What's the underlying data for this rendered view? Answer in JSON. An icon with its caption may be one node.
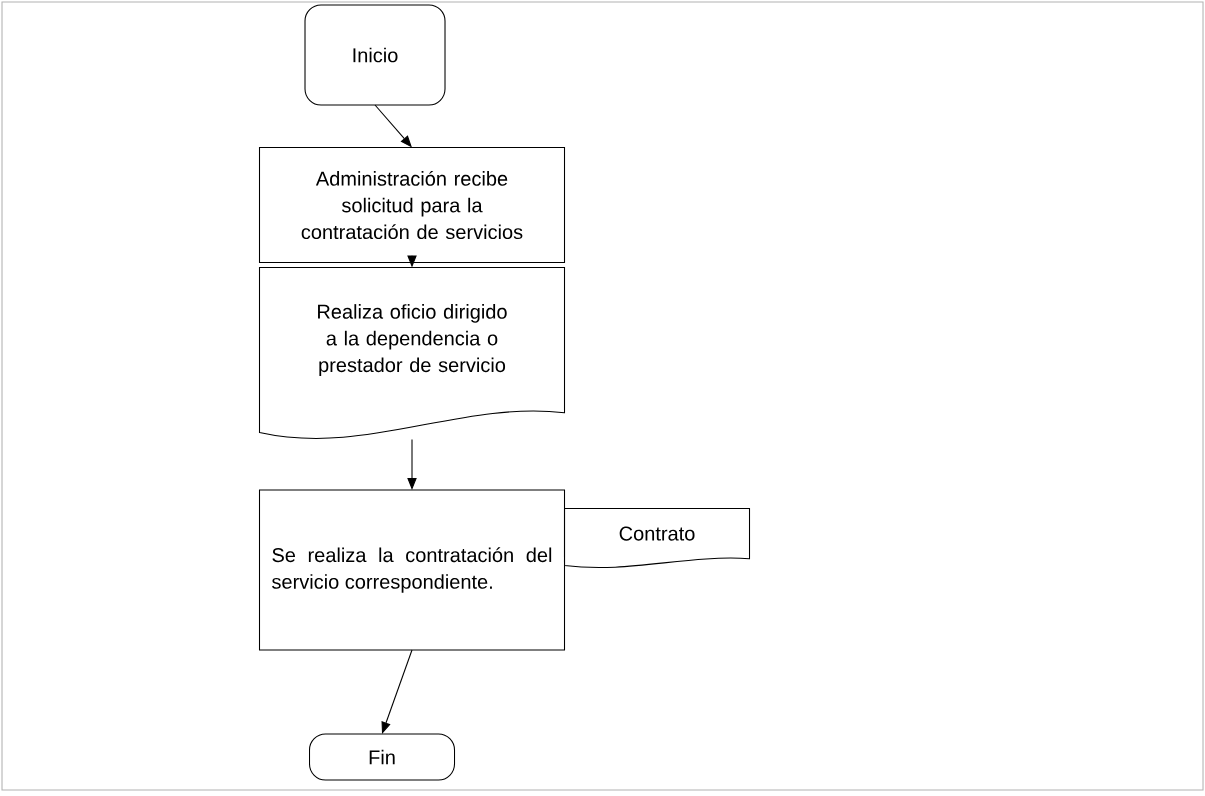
{
  "diagram": {
    "nodes": [
      {
        "text": [
          "Inicio"
        ]
      },
      {
        "text": [
          "Administración recibe solicitud para la contratación de servicios"
        ]
      },
      {
        "text": [
          "Realiza oficio dirigido a la dependencia o prestador de servicio"
        ]
      },
      {
        "text": [
          "Se realiza la contratación del servicio correspondiente."
        ]
      },
      {
        "text": [
          "Contrato"
        ]
      },
      {
        "text": [
          "Fin"
        ]
      }
    ],
    "edges": [
      {
        "from": 0,
        "to": 1,
        "arrow": "to"
      },
      {
        "from": 1,
        "to": 2,
        "arrow": "to"
      },
      {
        "from": 2,
        "to": 3,
        "arrow": "to"
      },
      {
        "from": 3,
        "to": 5,
        "arrow": "to"
      }
    ]
  }
}
